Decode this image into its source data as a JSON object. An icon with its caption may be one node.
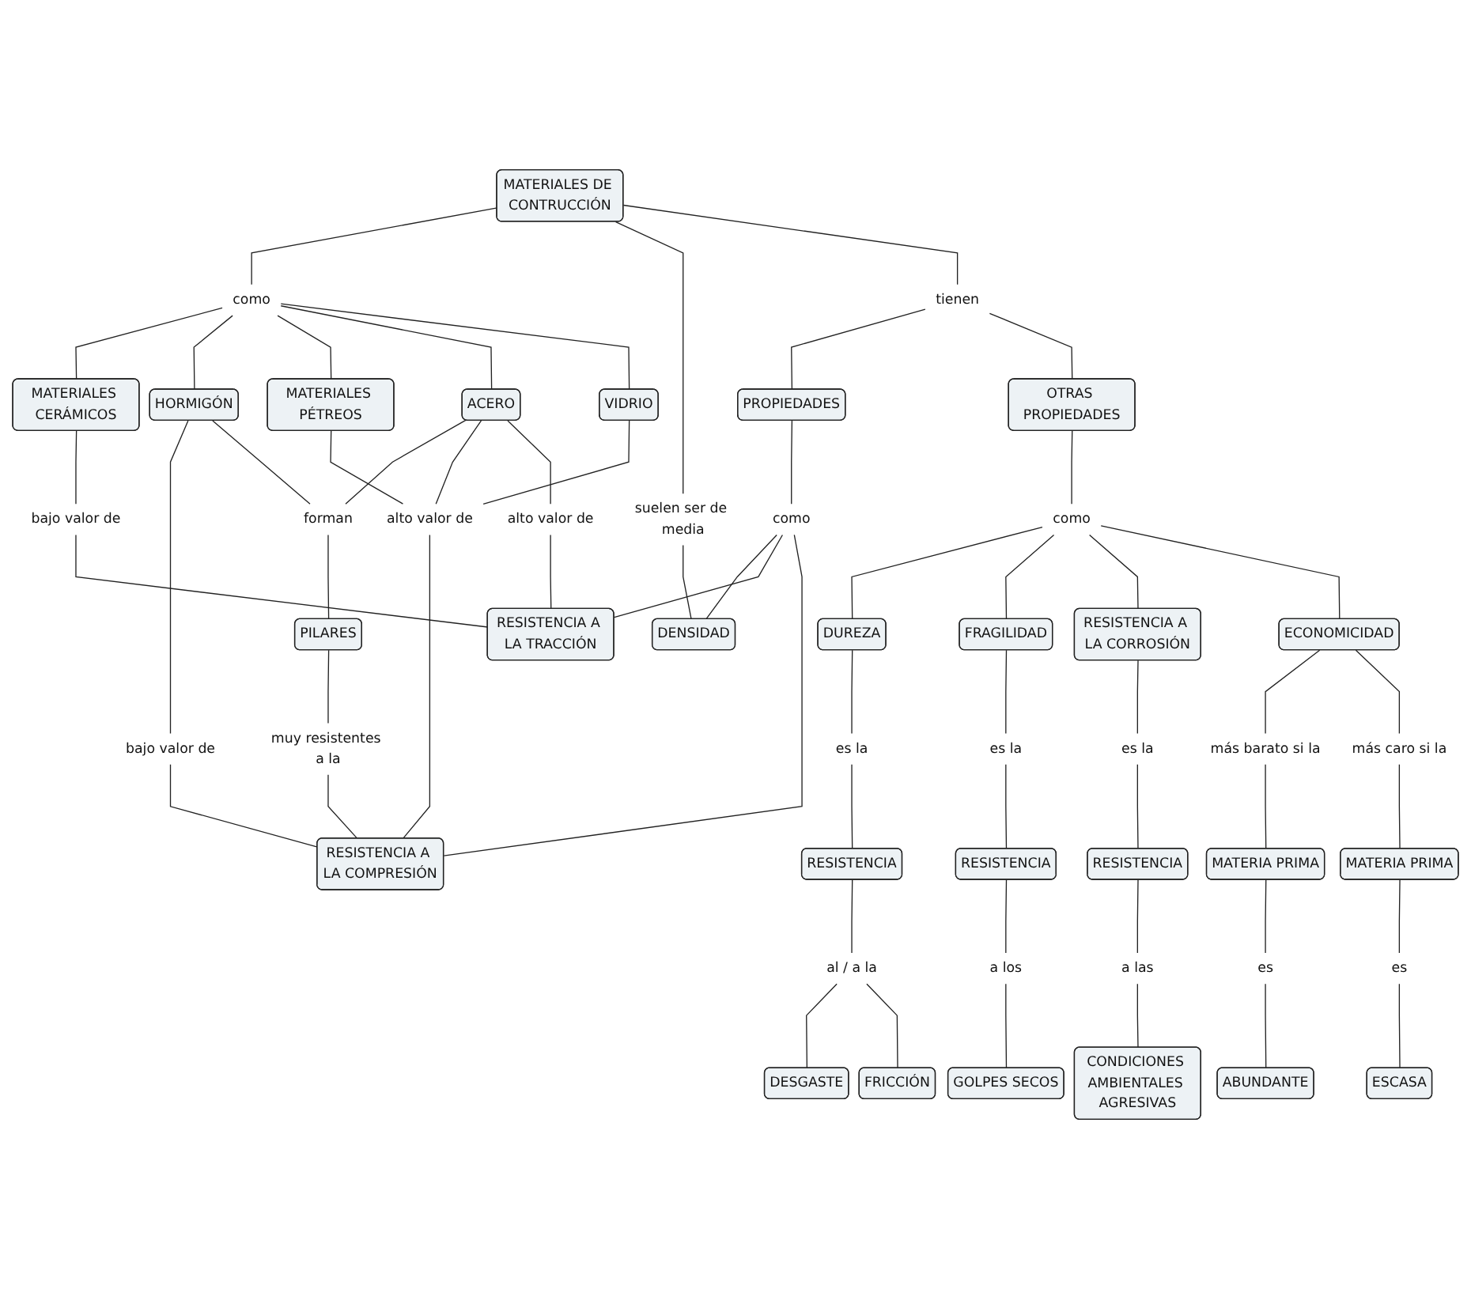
{
  "diagram": {
    "nodes": [
      {
        "text": [
          "MATERIALES DE CONTRUCCIÓN"
        ]
      },
      {
        "text": [
          "como"
        ]
      },
      {
        "text": [
          "tienen"
        ]
      },
      {
        "text": [
          "MATERIALES CERÁMICOS"
        ]
      },
      {
        "text": [
          "HORMIGÓN"
        ]
      },
      {
        "text": [
          "MATERIALES PÉTREOS"
        ]
      },
      {
        "text": [
          "ACERO"
        ]
      },
      {
        "text": [
          "VIDRIO"
        ]
      },
      {
        "text": [
          "suelen ser de media"
        ]
      },
      {
        "text": [
          "PROPIEDADES"
        ]
      },
      {
        "text": [
          "bajo valor de"
        ]
      },
      {
        "text": [
          "bajo valor de"
        ]
      },
      {
        "text": [
          "alto valor de"
        ]
      },
      {
        "text": [
          "forman"
        ]
      },
      {
        "text": [
          "como"
        ]
      },
      {
        "text": [
          "alto valor de"
        ]
      },
      {
        "text": [
          "muy resistentes a la"
        ]
      },
      {
        "text": [
          "PILARES"
        ]
      },
      {
        "text": [
          "DENSIDAD"
        ]
      },
      {
        "text": [
          "RESISTENCIA A LA TRACCIÓN"
        ]
      },
      {
        "text": [
          "RESISTENCIA A LA COMPRESIÓN"
        ]
      },
      {
        "text": [
          "OTRAS PROPIEDADES"
        ]
      },
      {
        "text": [
          "como"
        ]
      },
      {
        "text": [
          "DUREZA"
        ]
      },
      {
        "text": [
          "FRAGILIDAD"
        ]
      },
      {
        "text": [
          "RESISTENCIA A LA CORROSIÓN"
        ]
      },
      {
        "text": [
          "ECONOMICIDAD"
        ]
      },
      {
        "text": [
          "es la"
        ]
      },
      {
        "text": [
          "es la"
        ]
      },
      {
        "text": [
          "es la"
        ]
      },
      {
        "text": [
          "más barato si la"
        ]
      },
      {
        "text": [
          "más caro si la"
        ]
      },
      {
        "text": [
          "RESISTENCIA"
        ]
      },
      {
        "text": [
          "RESISTENCIA"
        ]
      },
      {
        "text": [
          "RESISTENCIA"
        ]
      },
      {
        "text": [
          "MATERIA PRIMA"
        ]
      },
      {
        "text": [
          "MATERIA PRIMA"
        ]
      },
      {
        "text": [
          "al / a la"
        ]
      },
      {
        "text": [
          "a los"
        ]
      },
      {
        "text": [
          "a las"
        ]
      },
      {
        "text": [
          "es"
        ]
      },
      {
        "text": [
          "es"
        ]
      },
      {
        "text": [
          "DESGASTE"
        ]
      },
      {
        "text": [
          "FRICCIÓN"
        ]
      },
      {
        "text": [
          "GOLPES SECOS"
        ]
      },
      {
        "text": [
          "CONDICIONES AMBIENTALES AGRESIVAS"
        ]
      },
      {
        "text": [
          "ABUNDANTE"
        ]
      },
      {
        "text": [
          "ESCASA"
        ]
      }
    ],
    "edges": [
      {
        "from": 0,
        "to": 1,
        "arrow": "none"
      },
      {
        "from": 1,
        "to": 3,
        "arrow": "none"
      },
      {
        "from": 1,
        "to": 4,
        "arrow": "none"
      },
      {
        "from": 1,
        "to": 5,
        "arrow": "none"
      },
      {
        "from": 1,
        "to": 6,
        "arrow": "none"
      },
      {
        "from": 1,
        "to": 7,
        "arrow": "none"
      },
      {
        "from": 0,
        "to": 8,
        "arrow": "none"
      },
      {
        "from": 0,
        "to": 2,
        "arrow": "none"
      },
      {
        "from": 2,
        "to": 9,
        "arrow": "none"
      },
      {
        "from": 2,
        "to": 21,
        "arrow": "none"
      },
      {
        "from": 8,
        "to": 18,
        "arrow": "none"
      },
      {
        "from": 9,
        "to": 14,
        "arrow": "none"
      },
      {
        "from": 14,
        "to": 18,
        "arrow": "none"
      },
      {
        "from": 14,
        "to": 19,
        "arrow": "none"
      },
      {
        "from": 14,
        "to": 20,
        "arrow": "none"
      },
      {
        "from": 3,
        "to": 10,
        "arrow": "none"
      },
      {
        "from": 10,
        "to": 19,
        "arrow": "none"
      },
      {
        "from": 4,
        "to": 11,
        "arrow": "none"
      },
      {
        "from": 11,
        "to": 20,
        "arrow": "none"
      },
      {
        "from": 4,
        "to": 13,
        "arrow": "none"
      },
      {
        "from": 6,
        "to": 13,
        "arrow": "none"
      },
      {
        "from": 13,
        "to": 17,
        "arrow": "none"
      },
      {
        "from": 5,
        "to": 12,
        "arrow": "none"
      },
      {
        "from": 6,
        "to": 12,
        "arrow": "none"
      },
      {
        "from": 7,
        "to": 12,
        "arrow": "none"
      },
      {
        "from": 12,
        "to": 20,
        "arrow": "none"
      },
      {
        "from": 6,
        "to": 15,
        "arrow": "none"
      },
      {
        "from": 15,
        "to": 19,
        "arrow": "none"
      },
      {
        "from": 17,
        "to": 16,
        "arrow": "none"
      },
      {
        "from": 16,
        "to": 20,
        "arrow": "none"
      },
      {
        "from": 21,
        "to": 22,
        "arrow": "none"
      },
      {
        "from": 22,
        "to": 23,
        "arrow": "none"
      },
      {
        "from": 22,
        "to": 24,
        "arrow": "none"
      },
      {
        "from": 22,
        "to": 25,
        "arrow": "none"
      },
      {
        "from": 22,
        "to": 26,
        "arrow": "none"
      },
      {
        "from": 23,
        "to": 27,
        "arrow": "none"
      },
      {
        "from": 27,
        "to": 32,
        "arrow": "none"
      },
      {
        "from": 32,
        "to": 37,
        "arrow": "none"
      },
      {
        "from": 37,
        "to": 42,
        "arrow": "none"
      },
      {
        "from": 37,
        "to": 43,
        "arrow": "none"
      },
      {
        "from": 24,
        "to": 28,
        "arrow": "none"
      },
      {
        "from": 28,
        "to": 33,
        "arrow": "none"
      },
      {
        "from": 33,
        "to": 38,
        "arrow": "none"
      },
      {
        "from": 38,
        "to": 44,
        "arrow": "none"
      },
      {
        "from": 25,
        "to": 29,
        "arrow": "none"
      },
      {
        "from": 29,
        "to": 34,
        "arrow": "none"
      },
      {
        "from": 34,
        "to": 39,
        "arrow": "none"
      },
      {
        "from": 39,
        "to": 45,
        "arrow": "none"
      },
      {
        "from": 26,
        "to": 30,
        "arrow": "none"
      },
      {
        "from": 30,
        "to": 35,
        "arrow": "none"
      },
      {
        "from": 35,
        "to": 40,
        "arrow": "none"
      },
      {
        "from": 40,
        "to": 46,
        "arrow": "none"
      },
      {
        "from": 26,
        "to": 31,
        "arrow": "none"
      },
      {
        "from": 31,
        "to": 36,
        "arrow": "none"
      },
      {
        "from": 36,
        "to": 41,
        "arrow": "none"
      },
      {
        "from": 41,
        "to": 47,
        "arrow": "none"
      }
    ]
  }
}
